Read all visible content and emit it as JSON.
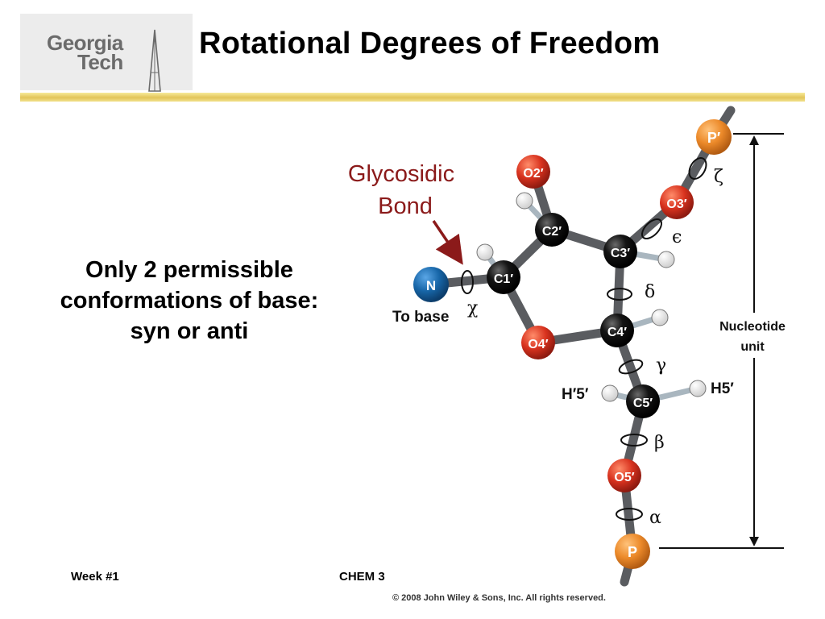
{
  "logo": {
    "line1": "Georgia",
    "line2": "Tech"
  },
  "slide": {
    "title": "Rotational Degrees of Freedom",
    "body_lines": [
      "Only 2 permissible",
      "conformations of base:",
      "syn or anti"
    ]
  },
  "diagram": {
    "callout_line1": "Glycosidic",
    "callout_line2": "Bond",
    "callout_color": "#8b1a1a",
    "to_base_label": "To base",
    "nucleotide_unit_line1": "Nucleotide",
    "nucleotide_unit_line2": "unit",
    "h5_left": "H′5′",
    "h5_right": "H5′",
    "atoms": {
      "P_prime": "P′",
      "O3": "O3′",
      "O2": "O2′",
      "C2": "C2′",
      "C3": "C3′",
      "C1": "C1′",
      "N": "N",
      "C4": "C4′",
      "O4": "O4′",
      "C5": "C5′",
      "O5": "O5′",
      "P": "P"
    },
    "torsions": {
      "zeta": "ζ",
      "epsilon": "ϵ",
      "delta": "δ",
      "chi": "χ",
      "gamma": "γ",
      "beta": "β",
      "alpha": "α"
    },
    "colors": {
      "oxygen": "#d8321e",
      "carbon": "#0b0b0b",
      "phosphorus": "#ec8a2a",
      "nitrogen": "#1766a8",
      "bond": "#5a5c60"
    }
  },
  "footer": {
    "week": "Week #1",
    "course": "CHEM 3",
    "copyright": "© 2008 John Wiley & Sons, Inc. All rights reserved."
  }
}
